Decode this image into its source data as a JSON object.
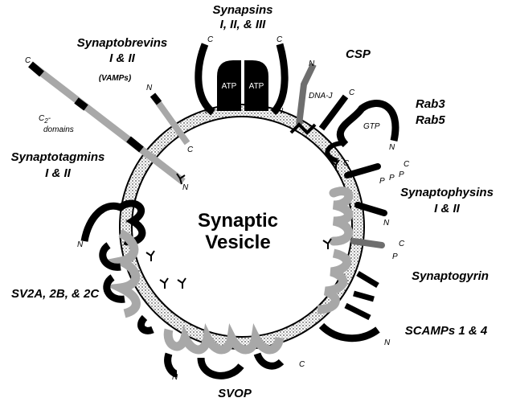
{
  "center_label": {
    "line1": "Synaptic",
    "line2": "Vesicle"
  },
  "proteins": {
    "synapsins": {
      "line1": "Synapsins",
      "line2": "I, II, & III",
      "atp": "ATP"
    },
    "synaptobrevins": {
      "line1": "Synaptobrevins",
      "line2": "I & II",
      "line3": "(VAMPs)"
    },
    "csp": {
      "name": "CSP",
      "domain": "DNA-J"
    },
    "rab": {
      "line1": "Rab3",
      "line2": "Rab5",
      "gtp": "GTP"
    },
    "synaptotagmins": {
      "line1": "Synaptotagmins",
      "line2": "I & II",
      "c2_line1": "C",
      "c2_sub": "2",
      "c2_dash": "-",
      "c2_line2": "domains"
    },
    "synaptophysins": {
      "line1": "Synaptophysins",
      "line2": "I & II"
    },
    "synaptogyrin": {
      "name": "Synaptogyrin"
    },
    "sv2": {
      "name": "SV2A, 2B, & 2C"
    },
    "scamps": {
      "name": "SCAMPs 1 & 4"
    },
    "svop": {
      "name": "SVOP"
    }
  },
  "termini": {
    "n": "N",
    "c": "C",
    "p": "P"
  },
  "colors": {
    "ink": "#000000",
    "gray": "#a8a8a8",
    "dark_gray": "#6e6e6e",
    "membrane": "#f4f4f4"
  }
}
